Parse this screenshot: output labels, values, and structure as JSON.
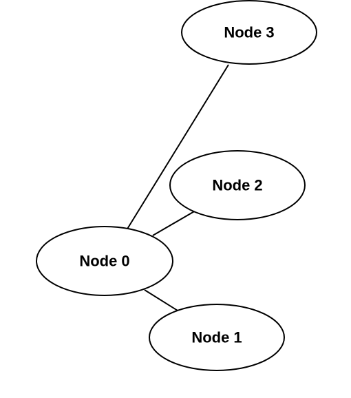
{
  "diagram": {
    "nodes": [
      {
        "id": "n0",
        "label": "Node 0"
      },
      {
        "id": "n1",
        "label": "Node 1"
      },
      {
        "id": "n2",
        "label": "Node 2"
      },
      {
        "id": "n3",
        "label": "Node 3"
      }
    ],
    "edges": [
      {
        "from": "n0",
        "to": "n3"
      },
      {
        "from": "n0",
        "to": "n2"
      },
      {
        "from": "n0",
        "to": "n1"
      }
    ]
  }
}
